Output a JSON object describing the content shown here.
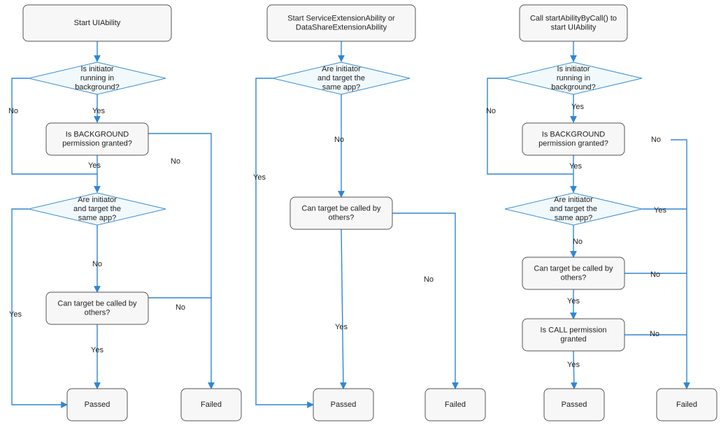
{
  "colors": {
    "edge": "#2f86d2",
    "box_fill": "#f7f7f7",
    "diamond_fill": "#f1f9fd"
  },
  "flow1": {
    "start": [
      "Start UIAbility"
    ],
    "bg_check": [
      "Is initiator",
      "running in",
      "background?"
    ],
    "bg_perm": [
      "Is BACKGROUND",
      "permission granted?"
    ],
    "same_app": [
      "Are initiator",
      "and target the",
      "same app?"
    ],
    "callable": [
      "Can target be called by",
      "others?"
    ],
    "passed": [
      "Passed"
    ],
    "failed": [
      "Failed"
    ],
    "labels": {
      "bg_no": "No",
      "bg_yes": "Yes",
      "perm_yes": "Yes",
      "perm_no": "No",
      "same_yes": "Yes",
      "same_no": "No",
      "call_no": "No",
      "call_yes": "Yes"
    }
  },
  "flow2": {
    "start": [
      "Start ServiceExtensionAbility or",
      "DataShareExtensionAbility"
    ],
    "same_app": [
      "Are initiator",
      "and target the",
      "same app?"
    ],
    "callable": [
      "Can target be called by",
      "others?"
    ],
    "passed": [
      "Passed"
    ],
    "failed": [
      "Failed"
    ],
    "labels": {
      "same_yes": "Yes",
      "same_no": "No",
      "call_yes": "Yes",
      "call_no": "No"
    }
  },
  "flow3": {
    "start": [
      "Call startAbilityByCall() to",
      "start UIAbility"
    ],
    "bg_check": [
      "Is initiator",
      "running in",
      "background?"
    ],
    "bg_perm": [
      "Is BACKGROUND",
      "permission granted?"
    ],
    "same_app": [
      "Are initiator",
      "and target the",
      "same app?"
    ],
    "callable": [
      "Can target be called by",
      "others?"
    ],
    "call_perm": [
      "Is CALL permission",
      "granted"
    ],
    "passed": [
      "Passed"
    ],
    "failed": [
      "Failed"
    ],
    "labels": {
      "bg_yes": "Yes",
      "bg_no": "No",
      "perm_yes": "Yes",
      "perm_no": "No",
      "same_yes": "Yes",
      "same_no": "No",
      "call_yes": "Yes",
      "call_no": "No",
      "callperm_yes": "Yes",
      "callperm_no": "No"
    }
  }
}
